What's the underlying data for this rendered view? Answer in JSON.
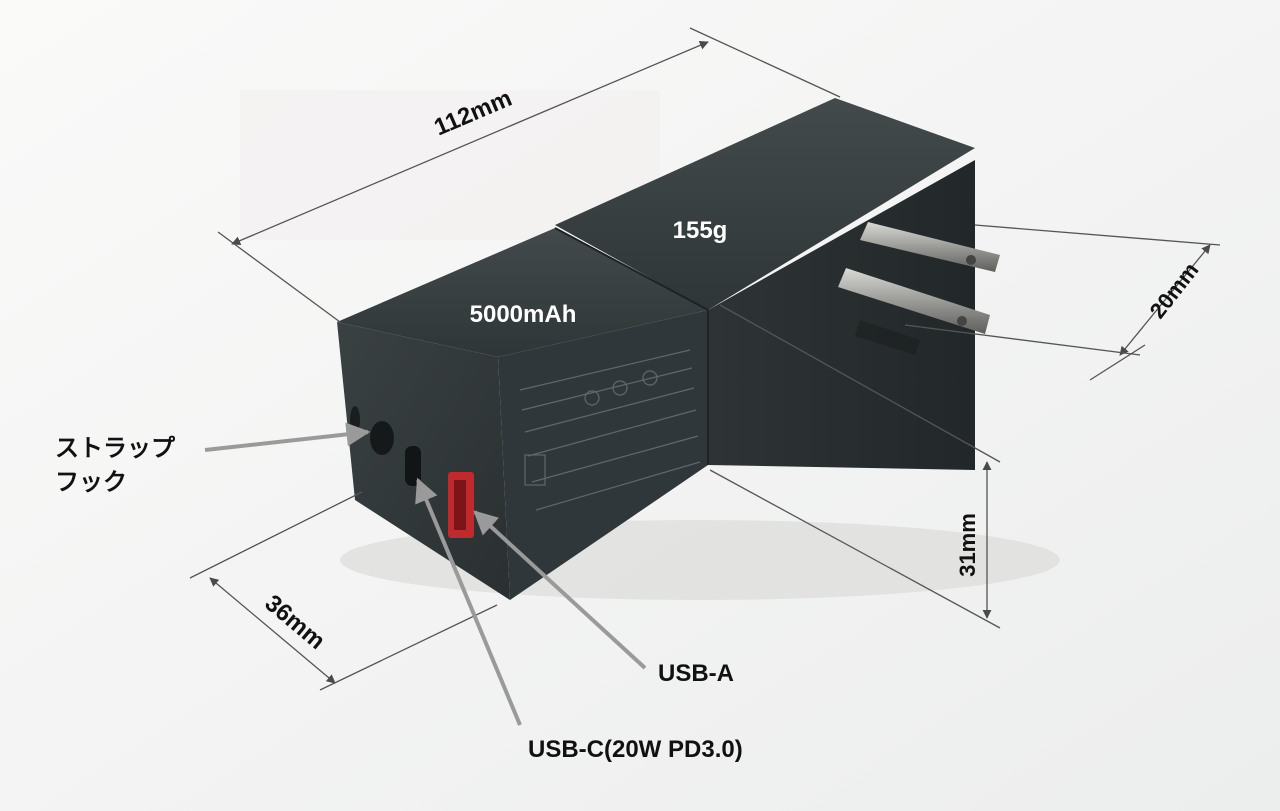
{
  "annotations": {
    "length": "112mm",
    "width": "20mm",
    "height": "31mm",
    "depth": "36mm",
    "weight": "155g",
    "capacity": "5000mAh",
    "strap_hook": [
      "ストラップ",
      "フック"
    ],
    "usb_a": "USB-A",
    "usb_c": "USB-C(20W PD3.0)"
  },
  "colors": {
    "background": "#f6f6f5",
    "body_dark": "#2c3233",
    "body_top": "#3a4142",
    "arrow": "#555555",
    "usb_a_port": "#c0292d",
    "text_dark": "#111111",
    "text_light": "#ffffff"
  }
}
